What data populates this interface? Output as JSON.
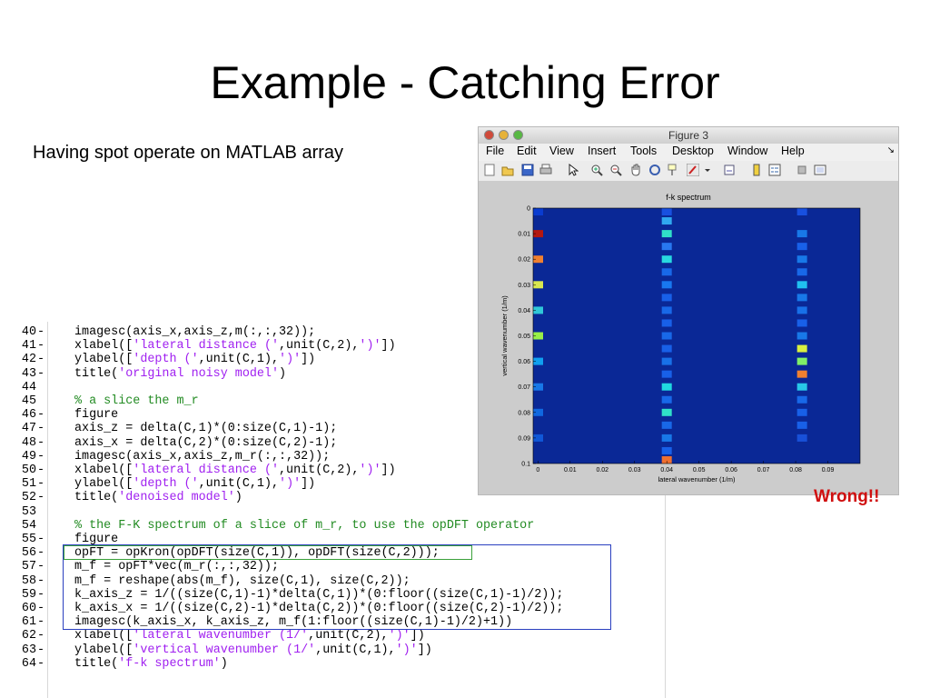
{
  "slide": {
    "title": "Example - Catching Error",
    "subtitle": "Having spot operate on MATLAB array",
    "annotation": "Wrong!!"
  },
  "figure_window": {
    "title": "Figure 3",
    "menu": [
      "File",
      "Edit",
      "View",
      "Insert",
      "Tools",
      "Desktop",
      "Window",
      "Help"
    ],
    "more_glyph": "↘",
    "toolbar_icons": [
      "new-file-icon",
      "open-folder-icon",
      "save-icon",
      "print-icon",
      "pointer-icon",
      "zoom-in-icon",
      "zoom-out-icon",
      "pan-hand-icon",
      "rotate-3d-icon",
      "data-cursor-icon",
      "brush-icon",
      "brush-dropdown-icon",
      "link-plot-icon",
      "colorbar-icon",
      "legend-icon",
      "hide-plot-tools-icon",
      "show-plot-tools-icon"
    ]
  },
  "chart_data": {
    "type": "heatmap",
    "title": "f-k spectrum",
    "xlabel": "lateral wavenumber (1/m)",
    "ylabel": "vertical wavenumber (1/m)",
    "x_ticks": [
      "0",
      "0.01",
      "0.02",
      "0.03",
      "0.04",
      "0.05",
      "0.06",
      "0.07",
      "0.08",
      "0.09"
    ],
    "y_ticks": [
      "0",
      "0.01",
      "0.02",
      "0.03",
      "0.04",
      "0.05",
      "0.06",
      "0.07",
      "0.08",
      "0.09",
      "0.1"
    ],
    "xlim": [
      -0.0015,
      0.1
    ],
    "ylim": [
      0,
      0.1
    ],
    "y_reversed": true,
    "background_color": "#0a2896",
    "columns": [
      {
        "x": 0,
        "cells": [
          {
            "y": 0.0,
            "color": "#0a3cd0"
          },
          {
            "y": 0.01,
            "color": "#b41810"
          },
          {
            "y": 0.02,
            "color": "#f08030"
          },
          {
            "y": 0.03,
            "color": "#d8e850"
          },
          {
            "y": 0.04,
            "color": "#30c8d8"
          },
          {
            "y": 0.05,
            "color": "#98f048"
          },
          {
            "y": 0.06,
            "color": "#10a0f0"
          },
          {
            "y": 0.07,
            "color": "#1878e8"
          },
          {
            "y": 0.08,
            "color": "#1068e0"
          },
          {
            "y": 0.09,
            "color": "#1058d8"
          }
        ]
      },
      {
        "x": 0.04,
        "cells": [
          {
            "y": 0.0,
            "color": "#1850e0"
          },
          {
            "y": 0.005,
            "color": "#30a8f0"
          },
          {
            "y": 0.01,
            "color": "#30e0c8"
          },
          {
            "y": 0.015,
            "color": "#2878f0"
          },
          {
            "y": 0.02,
            "color": "#28d8e0"
          },
          {
            "y": 0.025,
            "color": "#1868e8"
          },
          {
            "y": 0.03,
            "color": "#1878f0"
          },
          {
            "y": 0.035,
            "color": "#1860e8"
          },
          {
            "y": 0.04,
            "color": "#1868e8"
          },
          {
            "y": 0.045,
            "color": "#1860e8"
          },
          {
            "y": 0.05,
            "color": "#1868e8"
          },
          {
            "y": 0.055,
            "color": "#1860e8"
          },
          {
            "y": 0.06,
            "color": "#1870e8"
          },
          {
            "y": 0.065,
            "color": "#1860e8"
          },
          {
            "y": 0.07,
            "color": "#20d8e0"
          },
          {
            "y": 0.075,
            "color": "#1868e8"
          },
          {
            "y": 0.08,
            "color": "#30e0c8"
          },
          {
            "y": 0.085,
            "color": "#1868e8"
          },
          {
            "y": 0.09,
            "color": "#1878e8"
          },
          {
            "y": 0.095,
            "color": "#1860e8"
          },
          {
            "y": 0.1,
            "color": "#f07030"
          }
        ]
      },
      {
        "x": 0.082,
        "cells": [
          {
            "y": 0.0,
            "color": "#1850e0"
          },
          {
            "y": 0.01,
            "color": "#1878e8"
          },
          {
            "y": 0.015,
            "color": "#1860e8"
          },
          {
            "y": 0.02,
            "color": "#1878e8"
          },
          {
            "y": 0.025,
            "color": "#1868e8"
          },
          {
            "y": 0.03,
            "color": "#20c0f0"
          },
          {
            "y": 0.035,
            "color": "#1878e8"
          },
          {
            "y": 0.04,
            "color": "#1870e8"
          },
          {
            "y": 0.045,
            "color": "#1860e8"
          },
          {
            "y": 0.05,
            "color": "#1878e8"
          },
          {
            "y": 0.055,
            "color": "#d8f040"
          },
          {
            "y": 0.06,
            "color": "#80f068"
          },
          {
            "y": 0.065,
            "color": "#f08030"
          },
          {
            "y": 0.07,
            "color": "#28c8e8"
          },
          {
            "y": 0.075,
            "color": "#1868e8"
          },
          {
            "y": 0.08,
            "color": "#1860e8"
          },
          {
            "y": 0.085,
            "color": "#1860e8"
          },
          {
            "y": 0.09,
            "color": "#1850d8"
          }
        ]
      }
    ]
  },
  "code": {
    "lines": [
      {
        "num": "40",
        "mark": "-",
        "parts": [
          {
            "t": "imagesc(axis_x,axis_z,m(:,:,32));"
          }
        ]
      },
      {
        "num": "41",
        "mark": "-",
        "parts": [
          {
            "t": "xlabel(["
          },
          {
            "t": "'lateral distance ('",
            "c": "str"
          },
          {
            "t": ",unit(C,2),"
          },
          {
            "t": "')'",
            "c": "str"
          },
          {
            "t": "])"
          }
        ]
      },
      {
        "num": "42",
        "mark": "-",
        "parts": [
          {
            "t": "ylabel(["
          },
          {
            "t": "'depth ('",
            "c": "str"
          },
          {
            "t": ",unit(C,1),"
          },
          {
            "t": "')'",
            "c": "str"
          },
          {
            "t": "])"
          }
        ]
      },
      {
        "num": "43",
        "mark": "-",
        "parts": [
          {
            "t": "title("
          },
          {
            "t": "'original noisy model'",
            "c": "str"
          },
          {
            "t": ")"
          }
        ]
      },
      {
        "num": "44",
        "mark": "",
        "parts": []
      },
      {
        "num": "45",
        "mark": "",
        "parts": [
          {
            "t": "% a slice the m_r",
            "c": "cmt"
          }
        ]
      },
      {
        "num": "46",
        "mark": "-",
        "parts": [
          {
            "t": "figure"
          }
        ]
      },
      {
        "num": "47",
        "mark": "-",
        "parts": [
          {
            "t": "axis_z = delta(C,1)*(0:size(C,1)-1);"
          }
        ]
      },
      {
        "num": "48",
        "mark": "-",
        "parts": [
          {
            "t": "axis_x = delta(C,2)*(0:size(C,2)-1);"
          }
        ]
      },
      {
        "num": "49",
        "mark": "-",
        "parts": [
          {
            "t": "imagesc(axis_x,axis_z,m_r(:,:,32));"
          }
        ]
      },
      {
        "num": "50",
        "mark": "-",
        "parts": [
          {
            "t": "xlabel(["
          },
          {
            "t": "'lateral distance ('",
            "c": "str"
          },
          {
            "t": ",unit(C,2),"
          },
          {
            "t": "')'",
            "c": "str"
          },
          {
            "t": "])"
          }
        ]
      },
      {
        "num": "51",
        "mark": "-",
        "parts": [
          {
            "t": "ylabel(["
          },
          {
            "t": "'depth ('",
            "c": "str"
          },
          {
            "t": ",unit(C,1),"
          },
          {
            "t": "')'",
            "c": "str"
          },
          {
            "t": "])"
          }
        ]
      },
      {
        "num": "52",
        "mark": "-",
        "parts": [
          {
            "t": "title("
          },
          {
            "t": "'denoised model'",
            "c": "str"
          },
          {
            "t": ")"
          }
        ]
      },
      {
        "num": "53",
        "mark": "",
        "parts": []
      },
      {
        "num": "54",
        "mark": "",
        "parts": [
          {
            "t": "% the F-K spectrum of a slice of m_r, to use the opDFT operator",
            "c": "cmt"
          }
        ]
      },
      {
        "num": "55",
        "mark": "-",
        "parts": [
          {
            "t": "figure"
          }
        ]
      },
      {
        "num": "56",
        "mark": "-",
        "parts": [
          {
            "t": "opFT = opKron(opDFT(size(C,1)), opDFT(size(C,2)));"
          }
        ]
      },
      {
        "num": "57",
        "mark": "-",
        "parts": [
          {
            "t": "m_f = opFT*vec(m_r(:,:,32));"
          }
        ]
      },
      {
        "num": "58",
        "mark": "-",
        "parts": [
          {
            "t": "m_f = reshape(abs(m_f), size(C,1), size(C,2));"
          }
        ]
      },
      {
        "num": "59",
        "mark": "-",
        "parts": [
          {
            "t": "k_axis_z = 1/((size(C,1)-1)*delta(C,1))*(0:floor((size(C,1)-1)/2));"
          }
        ]
      },
      {
        "num": "60",
        "mark": "-",
        "parts": [
          {
            "t": "k_axis_x = 1/((size(C,2)-1)*delta(C,2))*(0:floor((size(C,2)-1)/2));"
          }
        ]
      },
      {
        "num": "61",
        "mark": "-",
        "parts": [
          {
            "t": "imagesc(k_axis_x, k_axis_z, m_f(1:floor((size(C,1)-1)/2)+1))"
          }
        ]
      },
      {
        "num": "62",
        "mark": "-",
        "parts": [
          {
            "t": "xlabel(["
          },
          {
            "t": "'lateral wavenumber (1/'",
            "c": "str"
          },
          {
            "t": ",unit(C,2),"
          },
          {
            "t": "')'",
            "c": "str"
          },
          {
            "t": "])"
          }
        ]
      },
      {
        "num": "63",
        "mark": "-",
        "parts": [
          {
            "t": "ylabel(["
          },
          {
            "t": "'vertical wavenumber (1/'",
            "c": "str"
          },
          {
            "t": ",unit(C,1),"
          },
          {
            "t": "')'",
            "c": "str"
          },
          {
            "t": "])"
          }
        ]
      },
      {
        "num": "64",
        "mark": "-",
        "parts": [
          {
            "t": "title("
          },
          {
            "t": "'f-k spectrum'",
            "c": "str"
          },
          {
            "t": ")"
          }
        ]
      }
    ]
  }
}
